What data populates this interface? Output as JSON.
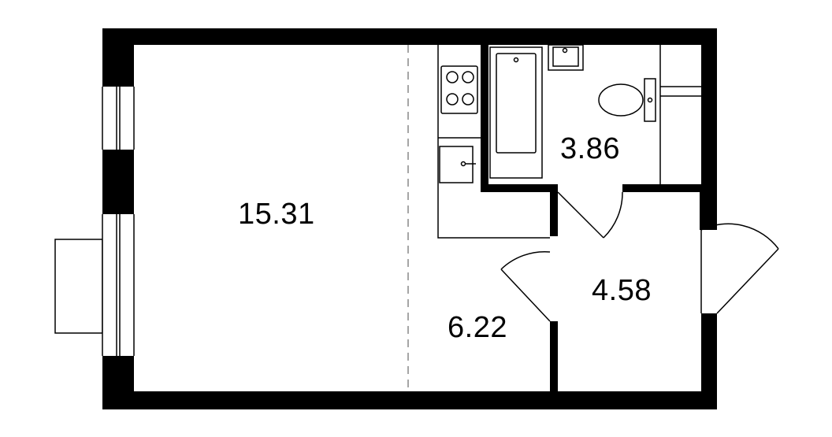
{
  "colors": {
    "wall": "#000000",
    "fixture_stroke": "#000000",
    "background": "#ffffff",
    "zone_divider": "#888888"
  },
  "rooms": [
    {
      "name": "living-room",
      "area": "15.31"
    },
    {
      "name": "kitchen",
      "area": "6.22"
    },
    {
      "name": "bathroom",
      "area": "3.86"
    },
    {
      "name": "hallway",
      "area": "4.58"
    }
  ],
  "icons": [
    "stove-icon",
    "kitchen-sink-icon",
    "bathtub-icon",
    "washbasin-icon",
    "toilet-icon",
    "window-icon",
    "balcony-icon",
    "door-swing-icon"
  ]
}
